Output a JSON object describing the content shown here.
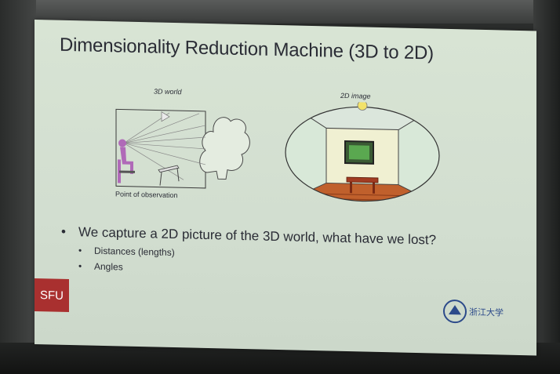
{
  "slide": {
    "title": "Dimensionality Reduction Machine (3D to 2D)",
    "left_figure_label": "3D world",
    "left_figure_caption": "Point of observation",
    "right_figure_label": "2D image",
    "bullet_main": "We capture a 2D picture of the 3D world, what have we lost?",
    "sub_bullets": [
      "Distances (lengths)",
      "Angles"
    ],
    "sfu_badge": "SFU",
    "university_logo_text": "浙江大学"
  },
  "colors": {
    "slide_bg": "#d4e0d2",
    "sfu_red": "#a9302f",
    "figure_person": "#b06ab8",
    "floor_brown": "#c0602c",
    "wall_yellow": "#f0f0d2",
    "painting_green": "#5aa850"
  }
}
